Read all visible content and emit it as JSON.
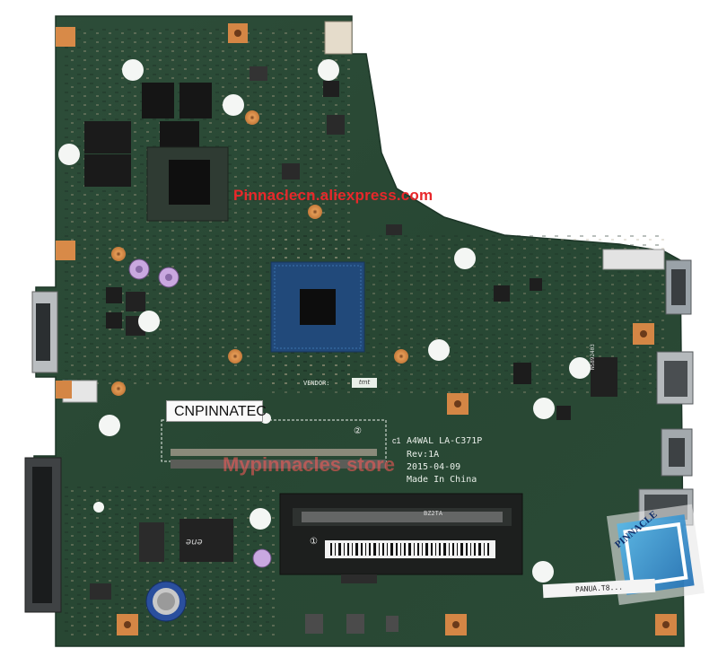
{
  "image": {
    "subject": "laptop-motherboard",
    "colors": {
      "background": "#ffffff",
      "pcb": "#2a4a35",
      "pcb_dark": "#1d3627",
      "copper": "#d98a4a",
      "watermark": "#e8272a",
      "cpu": "#1f4a7a",
      "logo": "#3ea0dc"
    }
  },
  "watermark_top": "Pinnaclecn.aliexpress.com",
  "watermark_mid": "Mypinnacles store",
  "label_sticker": "CNPINNATEC",
  "silkscreen": {
    "model": "A4WAL  LA-C371P",
    "revision": "Rev:1A",
    "date": "2015-04-09",
    "origin": "Made In China",
    "vendor_label": "VENDOR:",
    "vendor_value": "tmt",
    "circle_one": "①",
    "circle_two": "②",
    "circle_c1": "c1"
  },
  "chips": {
    "ec_brand": "ene",
    "nic_text": "NS892403",
    "reel_code": "BZ2TA"
  },
  "serial_label": "PANUA.T8...",
  "logo": "PINNACLE"
}
